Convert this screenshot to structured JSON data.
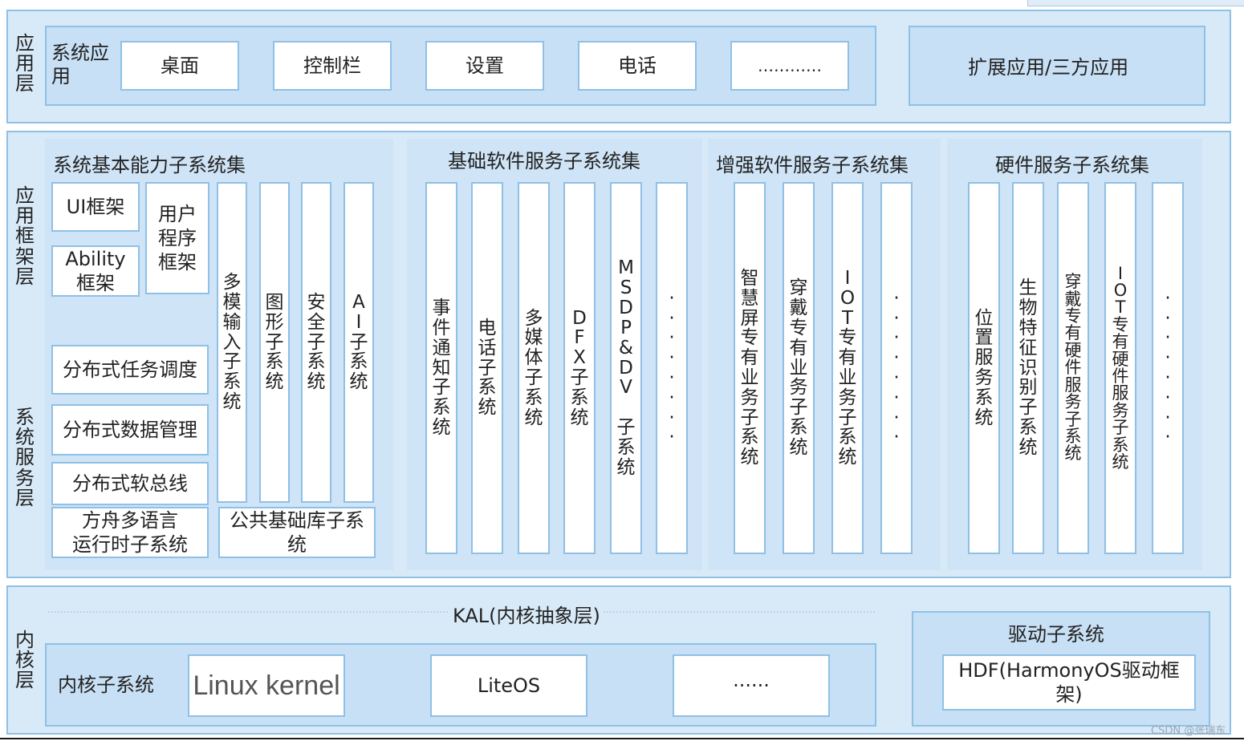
{
  "layers": {
    "app": "应\n用\n层",
    "framework": "应\n用\n框\n架\n层",
    "service": "系\n统\n服\n务\n层",
    "kernel": "内\n核\n层"
  },
  "app_layer": {
    "system_apps_label": "系统应\n用",
    "items": [
      "桌面",
      "控制栏",
      "设置",
      "电话",
      "…………"
    ],
    "extended": "扩展应用/三方应用"
  },
  "basic_capability": {
    "title": "系统基本能力子系统集",
    "ui_framework": "UI框架",
    "ability_framework": "Ability\n框架",
    "user_program_framework": "用户\n程序\n框架",
    "distributed_scheduling": "分布式任务调度",
    "distributed_data": "分布式数据管理",
    "soft_bus": "分布式软总线",
    "ark_runtime": "方舟多语言\n运行时子系统",
    "common_base": "公共基础库子系\n统",
    "vertical": [
      "多\n模\n输\n入\n子\n系\n统",
      "图\n形\n子\n系\n统",
      "安\n全\n子\n系\n统",
      "A\nI\n子\n系\n统"
    ]
  },
  "basic_software": {
    "title": "基础软件服务子系统集",
    "items": [
      "事\n件\n通\n知\n子\n系\n统",
      "电\n话\n子\n系\n统",
      "多\n媒\n体\n子\n系\n统",
      "D\nF\nX\n子\n系\n统",
      "M\nS\nD\nP\n&\nD\nV\n \n子\n系\n统",
      "·\n·\n·\n·\n·\n·\n·\n·"
    ]
  },
  "enhanced_software": {
    "title": "增强软件服务子系统集",
    "items": [
      "智\n慧\n屏\n专\n有\n业\n务\n子\n系\n统",
      "穿\n戴\n专\n有\n业\n务\n子\n系\n统",
      "I\nO\nT\n专\n有\n业\n务\n子\n系\n统",
      "·\n·\n·\n·\n·\n·\n·\n·"
    ]
  },
  "hardware_service": {
    "title": "硬件服务子系统集",
    "items": [
      "位\n置\n服\n务\n系\n统",
      "生\n物\n特\n征\n识\n别\n子\n系\n统",
      "穿\n戴\n专\n有\n硬\n件\n服\n务\n子\n系\n统",
      "I\nO\nT\n专\n有\n硬\n件\n服\n务\n子\n系\n统",
      "·\n·\n·\n·\n·\n·\n·\n·"
    ]
  },
  "kernel_layer": {
    "kal": "KAL(内核抽象层)",
    "kernel_subsystem_label": "内核子系统",
    "items": [
      "Linux kernel",
      "LiteOS",
      "······"
    ],
    "driver_title": "驱动子系统",
    "hdf": "HDF(HarmonyOS驱动框\n架)"
  },
  "watermark": "CSDN @张瑞东"
}
